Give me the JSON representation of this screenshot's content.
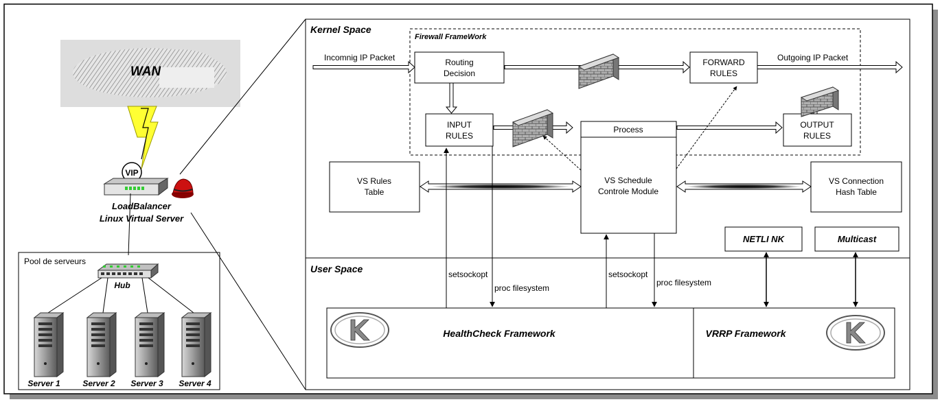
{
  "left_panel": {
    "wan_label": "WAN",
    "vip_label": "VIP",
    "lb_label_1": "LoadBalancer",
    "lb_label_2": "Linux Virtual Server",
    "pool_title": "Pool de serveurs",
    "hub_label": "Hub",
    "servers": [
      "Server 1",
      "Server 2",
      "Server 3",
      "Server 4"
    ]
  },
  "kernel": {
    "title": "Kernel Space",
    "firewall_title": "Firewall FrameWork",
    "incoming_label": "Incomnig IP Packet",
    "outgoing_label": "Outgoing IP Packet",
    "routing": [
      "Routing",
      "Decision"
    ],
    "forward": [
      "FORWARD",
      "RULES"
    ],
    "input": [
      "INPUT",
      "RULES"
    ],
    "process": "Process",
    "output": [
      "OUTPUT",
      "RULES"
    ],
    "vs_rules": [
      "VS Rules",
      "Table"
    ],
    "vs_schedule": [
      "VS Schedule",
      "Controle Module"
    ],
    "vs_conn": [
      "VS Connection",
      "Hash Table"
    ],
    "netlink": "NETLI NK",
    "multicast": "Multicast"
  },
  "user": {
    "title": "User Space",
    "setsockopt_1": "setsockopt",
    "procfs_1": "proc filesystem",
    "setsockopt_2": "setsockopt",
    "procfs_2": "proc filesystem",
    "healthcheck": "HealthCheck Framework",
    "vrrp": "VRRP Framework"
  },
  "colors": {
    "lightning": "#ffff33",
    "hub_leds": "#33cc33",
    "cloud_bg": "#dddddd",
    "wall_brick": "#b0b0b0",
    "frame_shadow": "#8c8c8c"
  },
  "icons": [
    "wan-cloud-icon",
    "lightning-icon",
    "loadbalancer-device-icon",
    "redhat-icon",
    "hub-icon",
    "server-tower-icon",
    "firewall-wall-icon",
    "keepalived-logo-icon"
  ]
}
